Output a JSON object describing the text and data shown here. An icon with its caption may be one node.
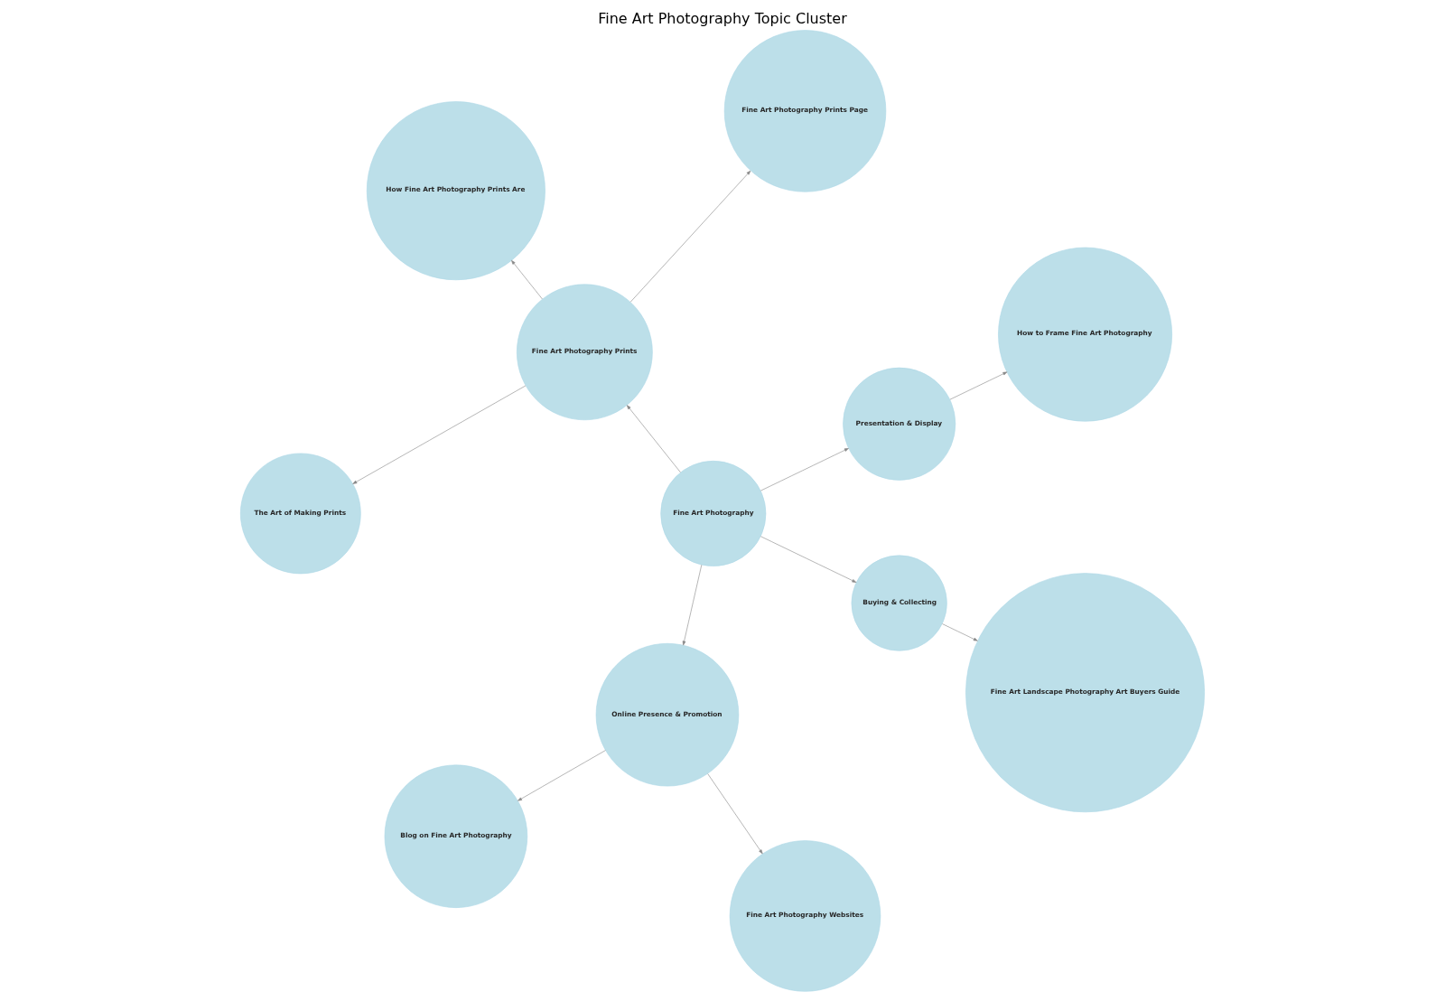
{
  "diagram": {
    "title": "Fine Art Photography Topic Cluster",
    "nodes": [
      {
        "text": [
          "Fine Art Photography Prints Page"
        ]
      },
      {
        "text": [
          "How to Frame Fine Art Photography"
        ]
      },
      {
        "text": [
          "Presentation & Display"
        ]
      },
      {
        "text": [
          "Fine Art Photography Prints"
        ]
      },
      {
        "text": [
          "Blog on Fine Art Photography"
        ]
      },
      {
        "text": [
          "Fine Art Photography"
        ]
      },
      {
        "text": [
          "How Fine Art Photography Prints Are"
        ]
      },
      {
        "text": [
          "Online Presence & Promotion"
        ]
      },
      {
        "text": [
          "Buying & Collecting"
        ]
      },
      {
        "text": [
          "Fine Art Photography Websites"
        ]
      },
      {
        "text": [
          "The Art of Making Prints"
        ]
      },
      {
        "text": [
          "Fine Art Landscape Photography Art Buyers Guide"
        ]
      }
    ],
    "edges": [
      {
        "from": 5,
        "to": 2,
        "arrow": "to"
      },
      {
        "from": 5,
        "to": 3,
        "arrow": "to"
      },
      {
        "from": 5,
        "to": 7,
        "arrow": "to"
      },
      {
        "from": 5,
        "to": 8,
        "arrow": "to"
      },
      {
        "from": 2,
        "to": 1,
        "arrow": "to"
      },
      {
        "from": 3,
        "to": 0,
        "arrow": "to"
      },
      {
        "from": 3,
        "to": 6,
        "arrow": "to"
      },
      {
        "from": 3,
        "to": 10,
        "arrow": "to"
      },
      {
        "from": 7,
        "to": 4,
        "arrow": "to"
      },
      {
        "from": 7,
        "to": 9,
        "arrow": "to"
      },
      {
        "from": 8,
        "to": 11,
        "arrow": "to"
      }
    ]
  }
}
